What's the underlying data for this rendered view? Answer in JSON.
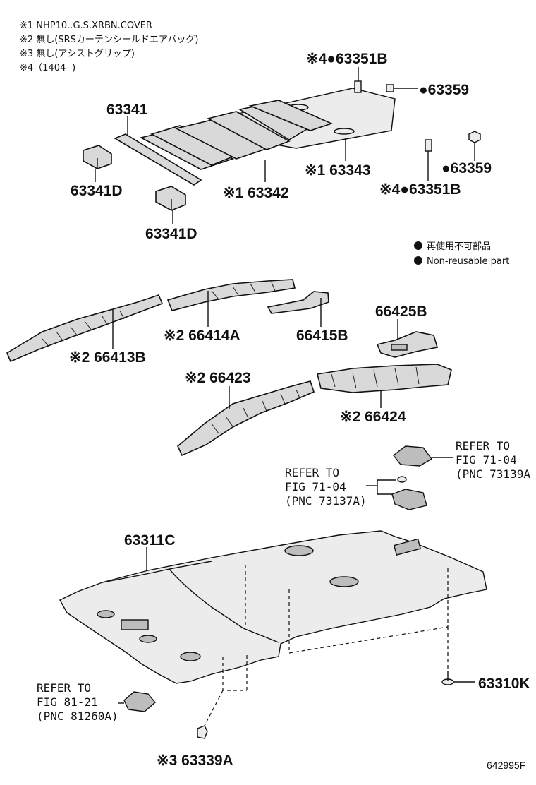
{
  "notes": [
    "※1 NHP10..G.S.XRBN.COVER",
    "※2 無し(SRSカーテンシールドエアバッグ)",
    "※3 無し(アシストグリップ)",
    "※4（1404-        )"
  ],
  "legend": {
    "jp": "再使用不可部品",
    "en": "Non-reusable part"
  },
  "labels": {
    "p63351B_top": "※4●63351B",
    "p63359_top": "●63359",
    "p63341": "63341",
    "p63341D_a": "63341D",
    "p63341D_b": "63341D",
    "p63343": "※1 63343",
    "p63342": "※1 63342",
    "p63359_mid": "●63359",
    "p63351B_mid": "※4●63351B",
    "p66425B": "66425B",
    "p66414A": "※2 66414A",
    "p66415B": "66415B",
    "p66413B": "※2 66413B",
    "p66423": "※2 66423",
    "p66424": "※2 66424",
    "p63311C": "63311C",
    "p63310K": "63310K",
    "p63339A": "※3 63339A"
  },
  "refs": {
    "r73139A": [
      "REFER TO",
      "FIG 71-04",
      "(PNC 73139A"
    ],
    "r73137A": [
      "REFER TO",
      "FIG 71-04",
      "(PNC 73137A)"
    ],
    "r81260A": [
      "REFER TO",
      "FIG 81-21",
      "(PNC 81260A)"
    ]
  },
  "doc_id": "642995F"
}
